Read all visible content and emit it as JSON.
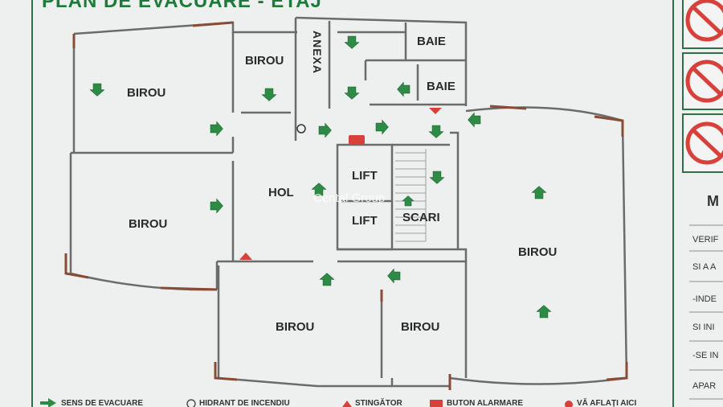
{
  "title": "PLAN DE EVACUARE - ETAJ",
  "rooms": {
    "birou_top_left": "BIROU",
    "birou_small": "BIROU",
    "anexa": "ANEXA",
    "baie_1": "BAIE",
    "baie_2": "BAIE",
    "birou_left": "BIROU",
    "hol": "HOL",
    "lift_1": "LIFT",
    "lift_2": "LIFT",
    "scari": "SCARI",
    "birou_right": "BIROU",
    "birou_bottom": "BIROU",
    "birou_bottom_right": "BIROU"
  },
  "watermark": "Cental Group",
  "legend": {
    "sens": "SENS DE EVACUARE",
    "hidrant": "HIDRANT DE INCENDIU",
    "stingator": "STINGĂTOR",
    "buton": "BUTON ALARMARE",
    "aflati": "VĂ AFLAȚI AICI"
  },
  "side_panel": {
    "heading": "M",
    "rows": [
      "VERIF",
      "SI A A",
      "-INDE",
      "SI INI",
      "-SE IN",
      "APAR"
    ]
  },
  "colors": {
    "wall": "#7a4a3a",
    "arrow": "#2e8b46",
    "arrow_outline": "#1a5e2c",
    "frame": "#2f6f46",
    "marker": "#d8403a"
  }
}
